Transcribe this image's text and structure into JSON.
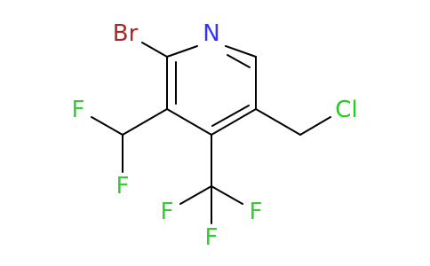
{
  "molecule": {
    "atoms": {
      "n": {
        "symbol": "N",
        "color": "#3333ff"
      },
      "br": {
        "symbol": "Br",
        "color": "#a62929"
      },
      "cl": {
        "symbol": "Cl",
        "color": "#1fcc1f"
      },
      "f1": {
        "symbol": "F",
        "color": "#33cc33"
      },
      "f2": {
        "symbol": "F",
        "color": "#33cc33"
      },
      "f3": {
        "symbol": "F",
        "color": "#33cc33"
      },
      "f4": {
        "symbol": "F",
        "color": "#33cc33"
      },
      "f5": {
        "symbol": "F",
        "color": "#33cc33"
      }
    },
    "bond_color": "#000000"
  }
}
